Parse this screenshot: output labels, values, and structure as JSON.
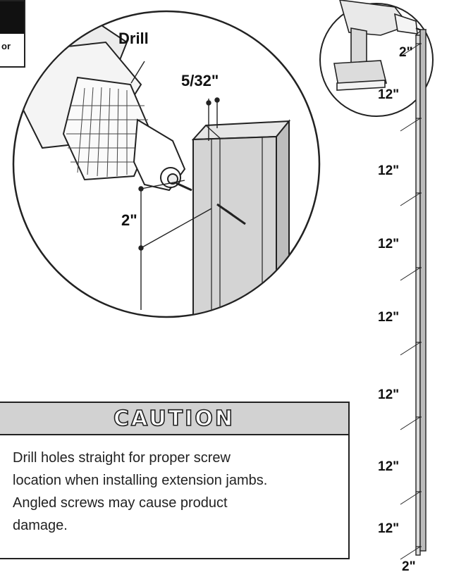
{
  "header_tab": {
    "text": "or"
  },
  "detail": {
    "drill_label": "Drill",
    "offset_label": "5/32\"",
    "depth_label": "2\""
  },
  "jamb": {
    "top_label": "2\"",
    "spacing_labels": [
      "12\"",
      "12\"",
      "12\"",
      "12\"",
      "12\"",
      "12\"",
      "12\""
    ],
    "bottom_label": "2\""
  },
  "caution": {
    "title": "CAUTION",
    "lines": [
      "Drill holes straight for proper screw",
      "location when installing extension jambs.",
      "Angled screws may cause product",
      "damage."
    ]
  }
}
